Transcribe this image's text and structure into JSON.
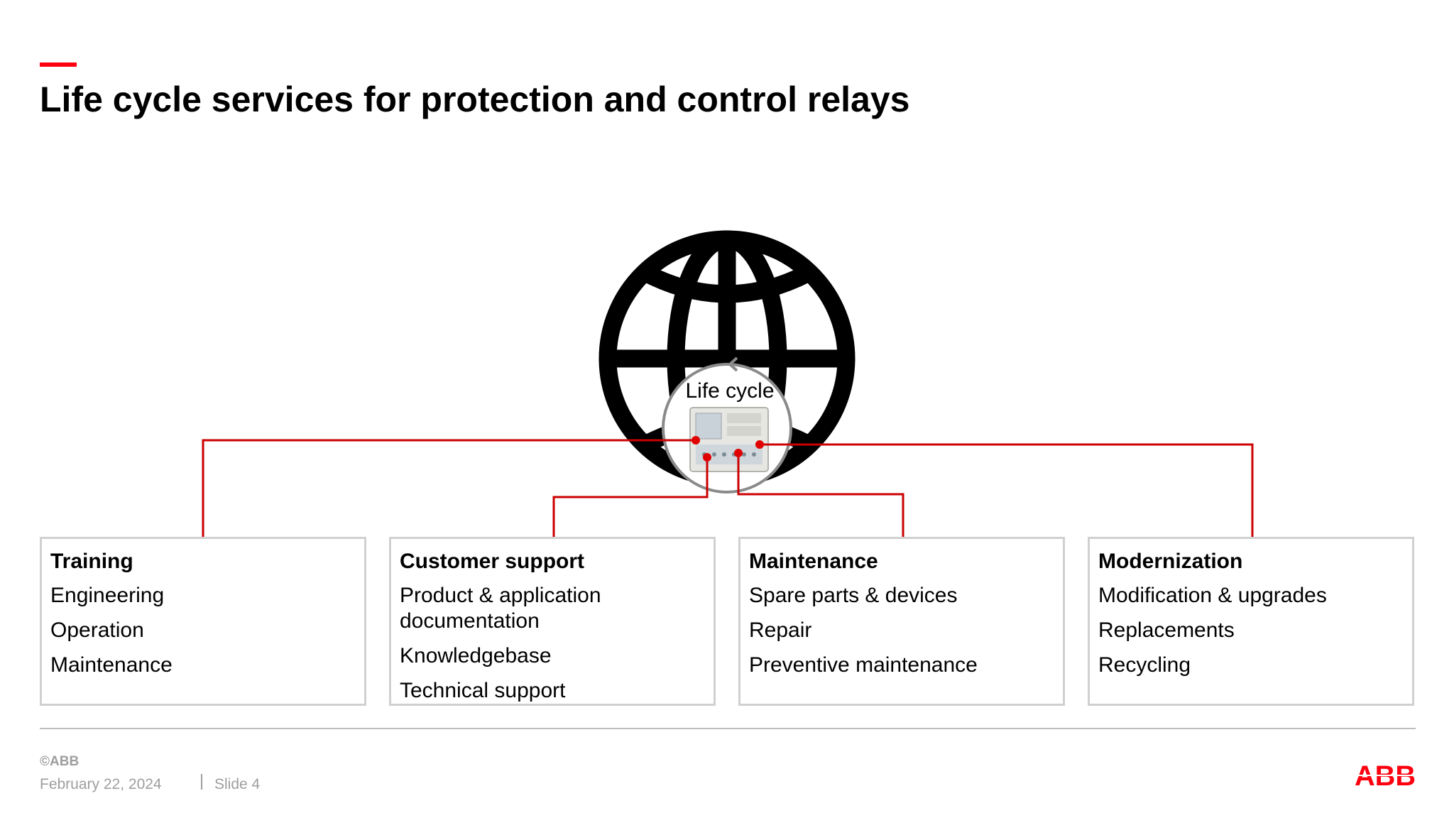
{
  "slide": {
    "title": "Life cycle services for protection and control relays",
    "accent_color": "#ff000f",
    "line_color": "#cc0000"
  },
  "diagram": {
    "globe_icon": "globe-icon",
    "relay_image": "protection-relay-device",
    "center_label": "Life cycle"
  },
  "boxes": [
    {
      "title": "Training",
      "items": [
        "Engineering",
        "Operation",
        "Maintenance"
      ]
    },
    {
      "title": "Customer support",
      "items": [
        "Product & application documentation",
        "Knowledgebase",
        "Technical support"
      ]
    },
    {
      "title": "Maintenance",
      "items": [
        "Spare parts & devices",
        "Repair",
        "Preventive maintenance"
      ]
    },
    {
      "title": "Modernization",
      "items": [
        "Modification & upgrades",
        "Replacements",
        "Recycling"
      ]
    }
  ],
  "footer": {
    "copyright": "©ABB",
    "date": "February 22, 2024",
    "slide_number": "Slide 4",
    "logo_text": "ABB"
  }
}
